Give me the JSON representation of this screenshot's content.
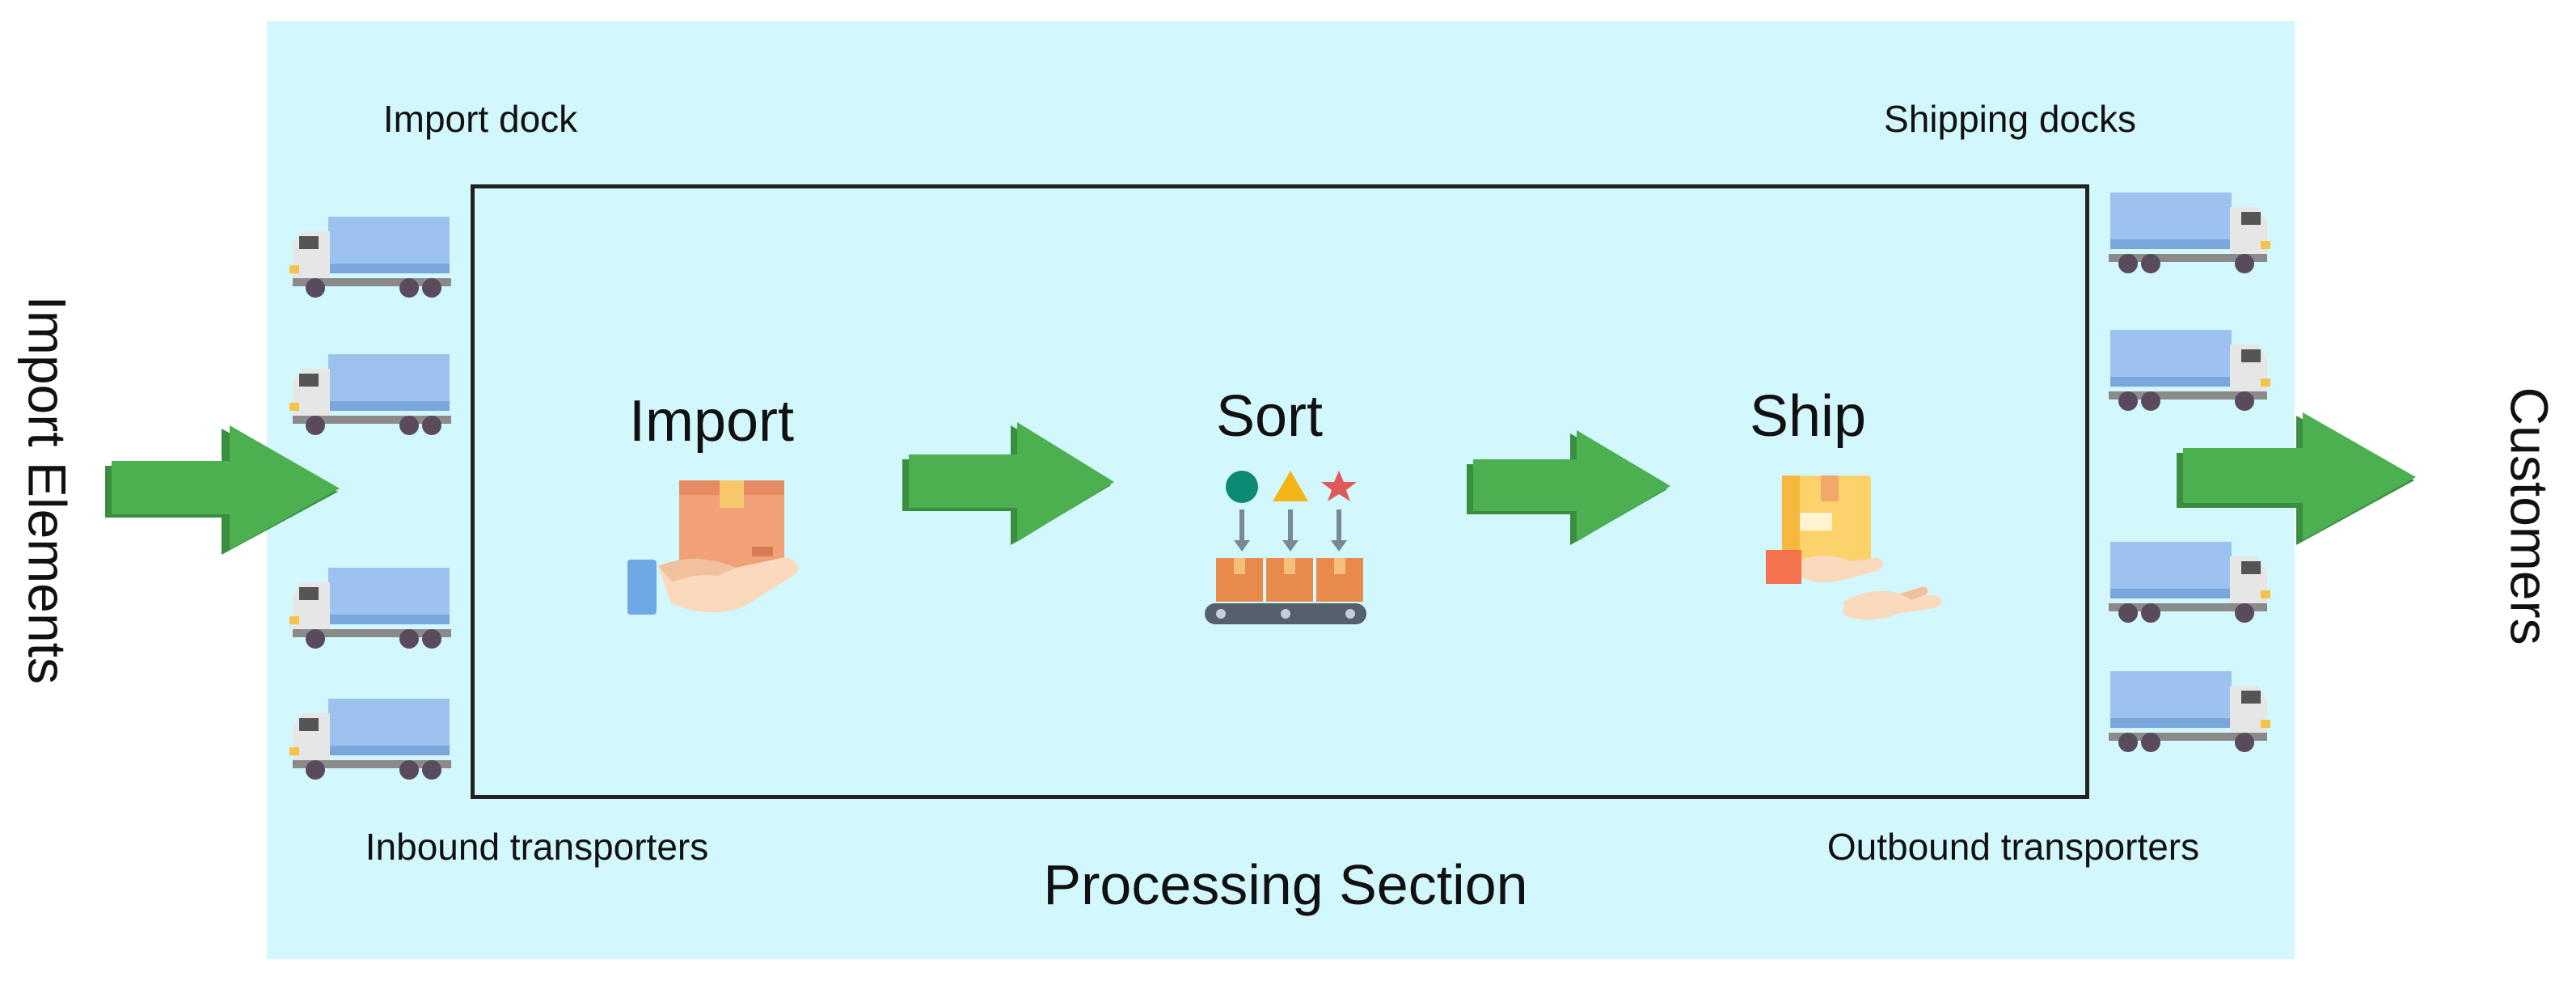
{
  "facility": {
    "background": "#d2f7fc"
  },
  "labels": {
    "left_side": "Import Elements",
    "right_side": "Customers",
    "import_dock": "Import dock",
    "shipping_docks": "Shipping docks",
    "inbound": "Inbound transporters",
    "outbound": "Outbound transporters",
    "processing": "Processing Section"
  },
  "steps": [
    {
      "label": "Import",
      "icon": "hand-with-box-icon"
    },
    {
      "label": "Sort",
      "icon": "sorting-conveyor-icon"
    },
    {
      "label": "Ship",
      "icon": "box-handover-icon"
    }
  ],
  "icons": {
    "truck": "delivery-truck-icon",
    "arrow": "right-arrow-icon"
  },
  "colors": {
    "arrow": "#4caf50",
    "arrow_shadow": "#3a8f3e",
    "truck_cargo": "#9cc3f0",
    "box": "#f0a070"
  }
}
